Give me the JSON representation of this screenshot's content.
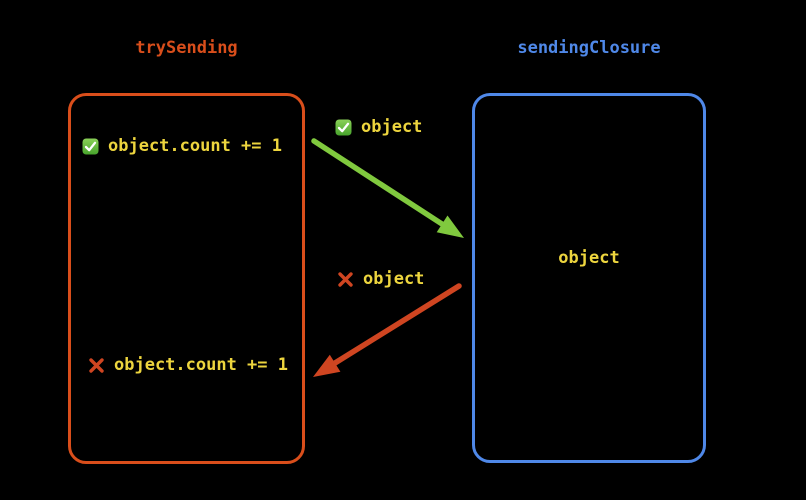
{
  "left_panel": {
    "title": "trySending",
    "border_color": "#D94E1B",
    "success_statement": "object.count += 1",
    "failure_statement": "object.count += 1"
  },
  "right_panel": {
    "title": "sendingClosure",
    "border_color": "#4F88E8",
    "content_label": "object"
  },
  "transfers": {
    "success_label": "object",
    "failure_label": "object"
  },
  "icons": {
    "success": "check-mark-button-icon",
    "failure": "cross-mark-icon"
  },
  "colors": {
    "background": "#000000",
    "code_text": "#EDD53E",
    "success_arrow": "#80C93E",
    "failure_arrow": "#CF4521",
    "check_icon_fill": "#55B13A",
    "cross_icon_stroke": "#CF4521"
  }
}
